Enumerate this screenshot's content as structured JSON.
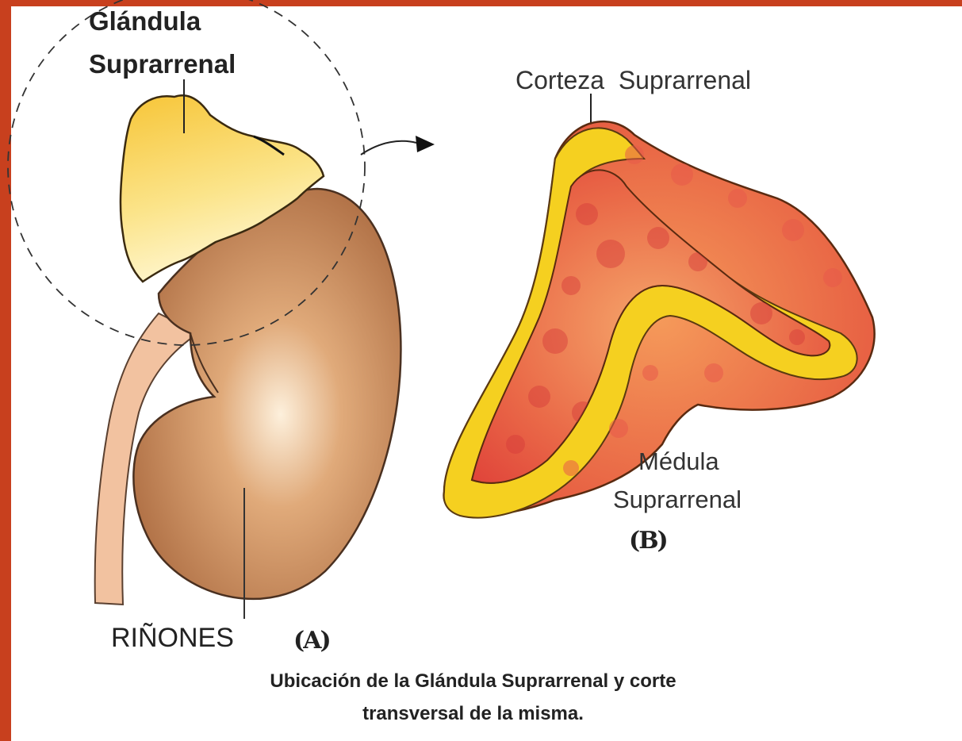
{
  "labels": {
    "adrenal_gland_line1": "Glándula",
    "adrenal_gland_line2": "Suprarrenal",
    "cortex": "Corteza  Suprarrenal",
    "medulla_line1": "Médula",
    "medulla_line2": "Suprarrenal",
    "panel_b": "(B)",
    "kidneys": "RIÑONES",
    "panel_a": "(A)"
  },
  "caption": {
    "line1": "Ubicación de la Glándula Suprarrenal y corte",
    "line2": "transversal de la misma."
  },
  "colors": {
    "frame": "#c8401e",
    "kidney": "#c9885a",
    "ureter": "#f2c2a0",
    "adrenal": "#f6c93a",
    "cortex": "#f5d020",
    "medulla": "#e4553a"
  }
}
